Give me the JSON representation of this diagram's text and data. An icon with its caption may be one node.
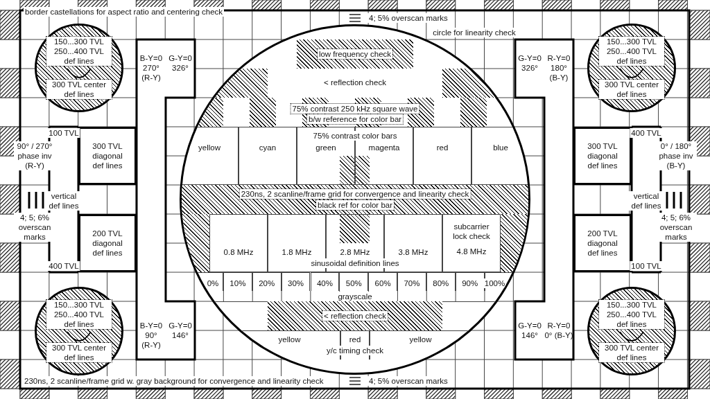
{
  "diagram": {
    "nodes": [
      {
        "text": [
          "150...300 TVL 250...400 TVL def lines",
          "300 TVL center def lines"
        ]
      },
      {
        "text": [
          "B-Y=0 270° (R-Y)"
        ]
      },
      {
        "text": [
          "G-Y=0 326°"
        ]
      },
      {
        "text": [
          "low frequency check"
        ]
      },
      {
        "text": [
          "G-Y=0 326°"
        ]
      },
      {
        "text": [
          "R-Y=0 180° (B-Y)"
        ]
      },
      {
        "text": [
          "150...300 TVL 250...400 TVL def lines",
          "300 TVL center def lines"
        ]
      },
      {
        "text": [
          "300 TVL diagonal def lines"
        ]
      },
      {
        "text": [
          "yellow"
        ]
      },
      {
        "text": [
          "cyan"
        ]
      },
      {
        "text": [
          "green"
        ]
      },
      {
        "text": [
          "magenta"
        ]
      },
      {
        "text": [
          "red"
        ]
      },
      {
        "text": [
          "blue"
        ]
      },
      {
        "text": [
          "300 TVL diagonal def lines"
        ]
      },
      {
        "text": [
          "200 TVL diagonal def lines"
        ]
      },
      {
        "text": [
          "0.8 MHz"
        ]
      },
      {
        "text": [
          "1.8 MHz"
        ]
      },
      {
        "text": [
          "2.8 MHz"
        ]
      },
      {
        "text": [
          "3.8 MHz"
        ]
      },
      {
        "text": [
          "subcarrier lock check",
          "4.8 MHz"
        ]
      },
      {
        "text": [
          "200 TVL diagonal def lines"
        ]
      },
      {
        "text": [
          "0%"
        ]
      },
      {
        "text": [
          "10%"
        ]
      },
      {
        "text": [
          "20%"
        ]
      },
      {
        "text": [
          "30%"
        ]
      },
      {
        "text": [
          "40%"
        ]
      },
      {
        "text": [
          "50%"
        ]
      },
      {
        "text": [
          "60%"
        ]
      },
      {
        "text": [
          "70%"
        ]
      },
      {
        "text": [
          "80%"
        ]
      },
      {
        "text": [
          "90%"
        ]
      },
      {
        "text": [
          "100%"
        ]
      },
      {
        "text": [
          "< reflection check"
        ]
      },
      {
        "text": [
          "150...300 TVL 250...400 TVL def lines",
          "300 TVL center def lines"
        ]
      },
      {
        "text": [
          "B-Y=0 90° (R-Y)"
        ]
      },
      {
        "text": [
          "G-Y=0 146°"
        ]
      },
      {
        "text": [
          "yellow"
        ]
      },
      {
        "text": [
          "red"
        ]
      },
      {
        "text": [
          "yellow"
        ]
      },
      {
        "text": [
          "G-Y=0 146°"
        ]
      },
      {
        "text": [
          "R-Y=0 0° (B-Y)"
        ]
      },
      {
        "text": [
          "150...300 TVL 250...400 TVL def lines",
          "300 TVL center def lines"
        ]
      }
    ],
    "labels": [
      "border castellations for aspect ratio and centering check",
      "4; 5% overscan marks",
      "circle for linearity check",
      "< reflection check",
      "75% contrast 250 kHz square wave",
      "b/w reference for color bar",
      "75% contrast color bars",
      "100 TVL",
      "90° / 270° phase inv (R-Y)",
      "400 TVL",
      "0° / 180° phase inv (B-Y)",
      "230ns, 2 scanline/frame grid for convergence and linearity check",
      "black ref for color bar",
      "vertical def lines",
      "vertical def lines",
      "4; 5; 6% overscan marks",
      "4; 5; 6% overscan marks",
      "sinusoidal definition lines",
      "400 TVL",
      "100 TVL",
      "grayscale",
      "y/c timing check",
      "230ns, 2 scanline/frame grid w. gray background for convergence and linearity check",
      "4; 5% overscan marks"
    ]
  }
}
